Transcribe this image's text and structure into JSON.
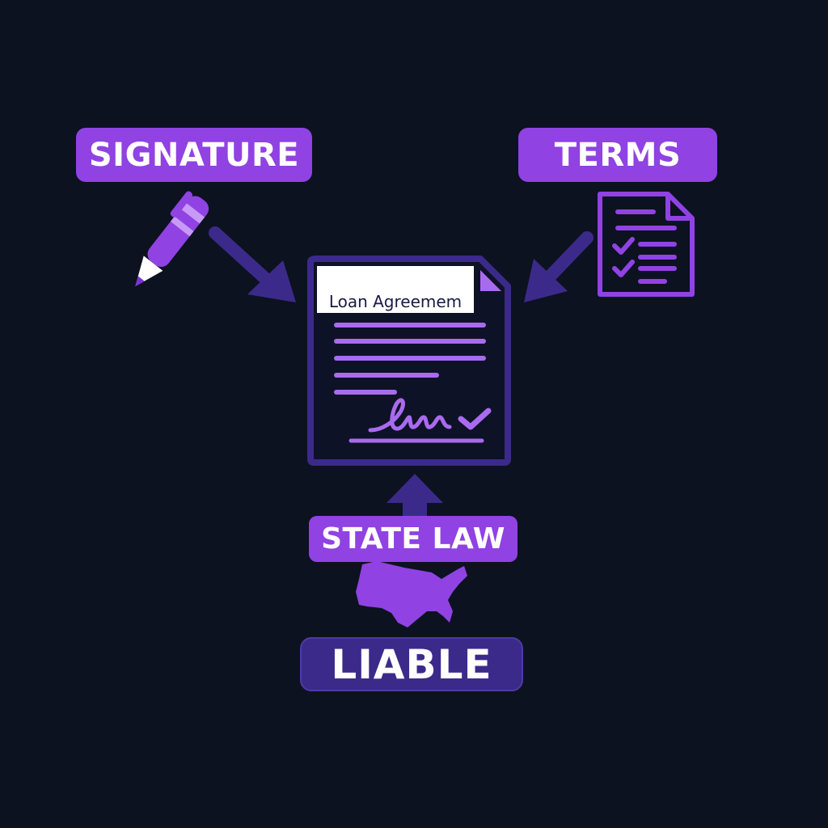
{
  "labels": {
    "signature": "SIGNATURE",
    "terms": "TERMS",
    "state_law": "STATE LAW",
    "liable": "LIABLE"
  },
  "document": {
    "title": "Loan Agreemem"
  },
  "colors": {
    "background": "#0c1220",
    "accent_purple": "#9042e3",
    "arrow_indigo": "#3c2a8a",
    "document_line": "#a86bf0"
  },
  "icons": [
    "pen-icon",
    "checklist-document-icon",
    "contract-document-icon",
    "signature-checkmark-icon",
    "usa-map-icon",
    "arrow-icon"
  ]
}
